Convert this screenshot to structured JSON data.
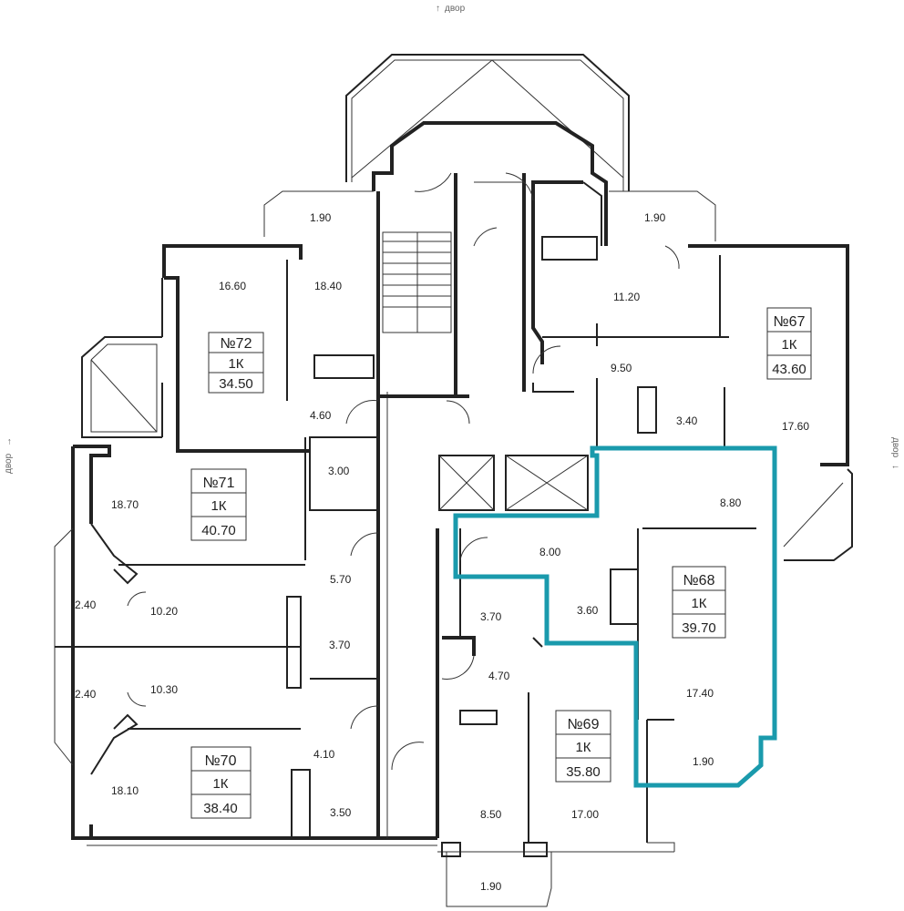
{
  "directions": {
    "top": "двор",
    "left": "двор",
    "right": "двор"
  },
  "colors": {
    "highlight": "#1a9aac",
    "wall": "#222222"
  },
  "apartments": [
    {
      "number": "№72",
      "type": "1К",
      "area": "34.50"
    },
    {
      "number": "№71",
      "type": "1К",
      "area": "40.70"
    },
    {
      "number": "№70",
      "type": "1К",
      "area": "38.40"
    },
    {
      "number": "№67",
      "type": "1К",
      "area": "43.60"
    },
    {
      "number": "№68",
      "type": "1К",
      "area": "39.70"
    },
    {
      "number": "№69",
      "type": "1К",
      "area": "35.80"
    }
  ],
  "room_areas": [
    "1.90",
    "1.90",
    "16.60",
    "18.40",
    "11.20",
    "9.50",
    "3.40",
    "17.60",
    "4.60",
    "3.00",
    "18.70",
    "8.80",
    "8.00",
    "5.70",
    "2.40",
    "10.20",
    "3.70",
    "3.60",
    "3.70",
    "4.70",
    "2.40",
    "10.30",
    "17.40",
    "4.10",
    "1.90",
    "18.10",
    "3.50",
    "8.50",
    "17.00",
    "1.90"
  ],
  "highlighted_apartment": "№68"
}
